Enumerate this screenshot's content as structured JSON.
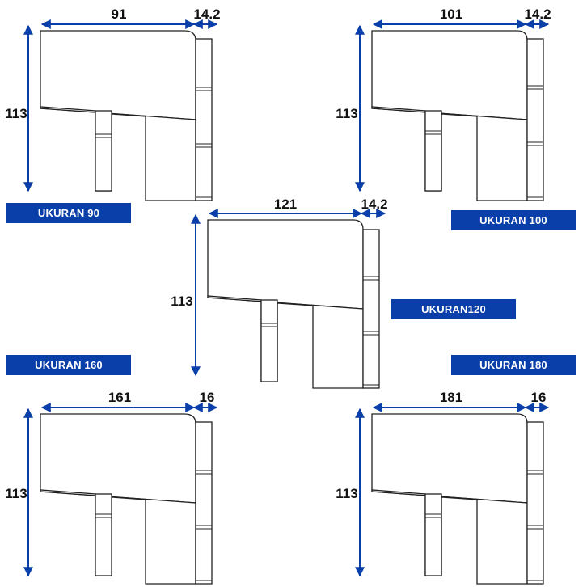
{
  "colors": {
    "accent": "#0a3ea8",
    "line": "#222222"
  },
  "items": [
    {
      "width": "91",
      "depth": "14.2",
      "height": "113",
      "label": "UKURAN 90"
    },
    {
      "width": "101",
      "depth": "14.2",
      "height": "113",
      "label": "UKURAN 100"
    },
    {
      "width": "121",
      "depth": "14.2",
      "height": "113",
      "label": "UKURAN120"
    },
    {
      "width": "161",
      "depth": "16",
      "height": "113",
      "label": "UKURAN 160"
    },
    {
      "width": "181",
      "depth": "16",
      "height": "113",
      "label": "UKURAN 180"
    }
  ]
}
